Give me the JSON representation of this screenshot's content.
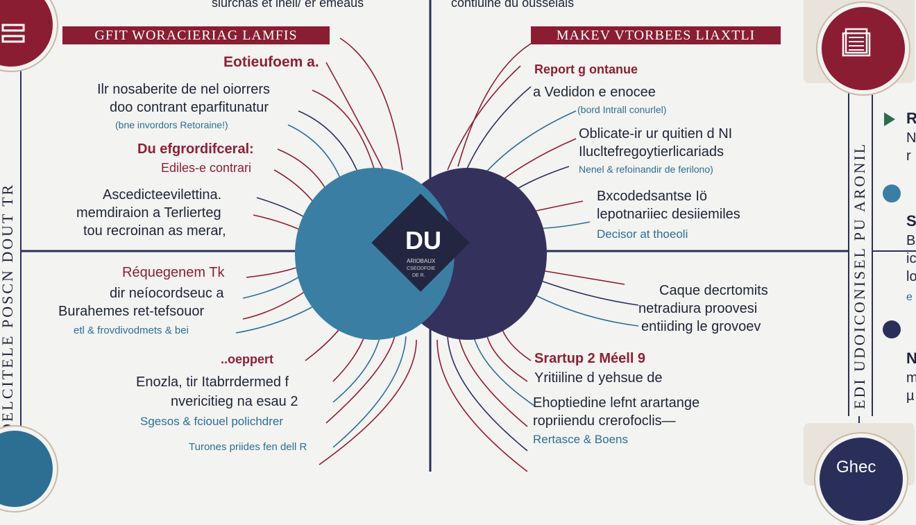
{
  "top": {
    "left_caption": "slurchas et ineli/ er emeaus",
    "right_caption": "contiuine du ousseiais"
  },
  "banners": {
    "left": "GFIT  WORACIERIAG  LAMFIS",
    "right": "MAKEV  VTORBEES  LIAXTLI"
  },
  "center": {
    "title": "DU",
    "line1": "ARIOBAUX",
    "line2": "CSEODFOIE",
    "line3": "DE R."
  },
  "left_blocks": [
    {
      "head": "Eotieufoem a.",
      "lines": [],
      "note": ""
    },
    {
      "head": "",
      "lines": [
        "Ilr nosaberite de nel oiorrers",
        "doo contrant eparfitunatur"
      ],
      "note": "(bne invordors Retoraine!)"
    },
    {
      "head": "Du efgrordifceral:",
      "lines": [],
      "note": ""
    },
    {
      "head": "Ediles-e contrari",
      "lines": [],
      "note": ""
    },
    {
      "head": "",
      "lines": [
        "Ascedicteevilettina.",
        "memdiraion a Terlierteg",
        "tou recroinan as merar,"
      ],
      "note": ""
    },
    {
      "head": "Réquegenem Tk",
      "lines": [
        "dir neíocordseuc a",
        "Burahemes ret-tefsouor"
      ],
      "note": "etl & frovdivodmets & bei"
    },
    {
      "head": "..oeppert",
      "lines": [
        "Enozla, tir Itabrrdermed f",
        "nvericitieg na esau 2"
      ],
      "note": "Sgesos & fciouel polichdrer"
    },
    {
      "head": "",
      "lines": [],
      "note": "Turones priides fen dell R"
    }
  ],
  "right_blocks": [
    {
      "head": "Report g ontanue",
      "lines": [
        "a Vedidon e enocee"
      ],
      "note": "(bord Intrall conurlel)"
    },
    {
      "head": "",
      "lines": [
        "Oblicate-ir ur quitien d NI",
        "Ilucltefregoytierlicariads"
      ],
      "note": "Nenel & refoinandir de ferilono)"
    },
    {
      "head": "",
      "lines": [
        "Bxcodedsantse Iö",
        "lepotnariiec desiiemiles"
      ],
      "note": "Decisor at thoeoli"
    },
    {
      "head": "",
      "lines": [
        "Caque decrtomits",
        "netradiura proovesi",
        "entiiding le grovoev"
      ],
      "note": ""
    },
    {
      "head": "Srartup 2 Méell 9",
      "lines": [
        "Yritiiline d yehsue de"
      ],
      "note": ""
    },
    {
      "head": "",
      "lines": [
        "Ehoptiedine lefnt arartange",
        "ropriiendu crerofoclis—"
      ],
      "note": "Rertasce & Boens"
    }
  ],
  "vertical": {
    "left_text": "Ri   BOELCITELE   POSCN   DOUT   TR",
    "right_text": "EDI   UDOICONISEL   PU   ARONIL"
  },
  "far_right": {
    "items": [
      {
        "letter": "R",
        "sub1": "N",
        "sub2": "r"
      },
      {
        "letter": "S",
        "sub1": "B",
        "sub2": "ic",
        "sub3": "lo",
        "sub4": "e"
      },
      {
        "letter": "N",
        "sub1": "m",
        "sub2": "µ"
      }
    ]
  },
  "bottom_right_medallion": "Ghec",
  "colors": {
    "maroon": "#8b1d33",
    "navy": "#2a2f5a",
    "teal": "#3a7fa3",
    "dark": "#1f2437"
  }
}
